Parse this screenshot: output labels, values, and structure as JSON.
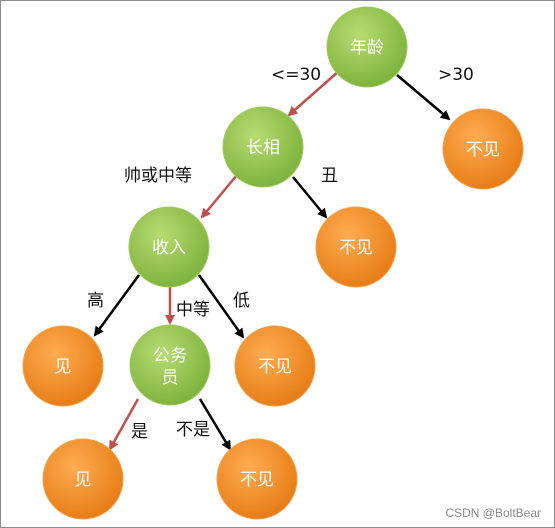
{
  "colors": {
    "decision_node": "#8cbe45",
    "leaf_node": "#f08a1e",
    "chosen_edge": "#c0504d",
    "other_edge": "#000000"
  },
  "nodes": {
    "age": "年龄",
    "looks": "长相",
    "income": "收入",
    "civil_servant": [
      "公务",
      "员"
    ],
    "leaf_age_over30": "不见",
    "leaf_looks_ugly": "不见",
    "leaf_income_high": "见",
    "leaf_income_low": "不见",
    "leaf_cs_yes": "见",
    "leaf_cs_no": "不见"
  },
  "edges": {
    "age_le30": "<=30",
    "age_gt30": ">30",
    "looks_handsome": "帅或中等",
    "looks_ugly": "丑",
    "income_high": "高",
    "income_mid": "中等",
    "income_low": "低",
    "cs_yes": "是",
    "cs_no": "不是"
  },
  "watermark": "CSDN @BoltBear"
}
